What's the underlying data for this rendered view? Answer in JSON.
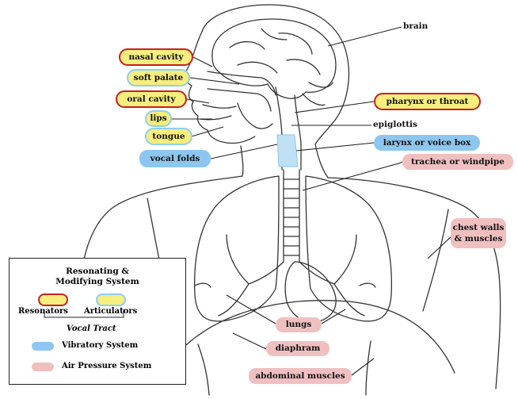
{
  "labels": {
    "brain": "brain",
    "nasal_cavity": "nasal cavity",
    "soft_palate": "soft palate",
    "oral_cavity": "oral cavity",
    "lips": "lips",
    "tongue": "tongue",
    "vocal_folds": "vocal folds",
    "pharynx": "pharynx or throat",
    "epiglottis": "epiglottis",
    "larynx": "larynx or voice box",
    "trachea": "trachea or windpipe",
    "chest_walls": "chest walls",
    "chest_walls_2": "& muscles",
    "lungs": "lungs",
    "diaphram": "diaphram",
    "abdominal": "abdominal muscles"
  },
  "legend": {
    "title_line1": "Resonating &",
    "title_line2": "Modifying System",
    "resonators": "Resonators",
    "articulators": "Articulators",
    "vocal_tract": "Vocal Tract",
    "vibratory": "Vibratory System",
    "air_pressure": "Air Pressure System"
  },
  "colors": {
    "resonator_fill": "#f6ee7e",
    "resonator_border": "#c62121",
    "articulator_border": "#8ecff0",
    "vibratory": "#8dc6ee",
    "air_pressure": "#f0c0c0",
    "line": "#222222"
  }
}
